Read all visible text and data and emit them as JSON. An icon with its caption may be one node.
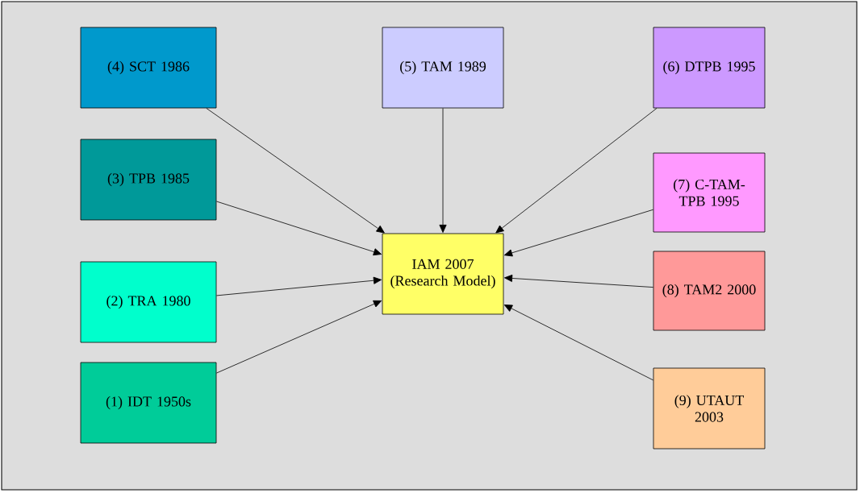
{
  "diagram": {
    "nodes": [
      {
        "text": [
          "(4) SCT 1986"
        ]
      },
      {
        "text": [
          "(5) TAM 1989"
        ]
      },
      {
        "text": [
          "(6) DTPB 1995"
        ]
      },
      {
        "text": [
          "(3) TPB 1985"
        ]
      },
      {
        "text": [
          "(7) C-TAM-TPB 1995"
        ]
      },
      {
        "text": [
          "(2) TRA 1980"
        ]
      },
      {
        "text": [
          "IAM 2007 (Research Model)"
        ]
      },
      {
        "text": [
          "(8) TAM2 2000"
        ]
      },
      {
        "text": [
          "(1) IDT 1950s"
        ]
      },
      {
        "text": [
          "(9) UTAUT 2003"
        ]
      }
    ],
    "edges": [
      {
        "from": 0,
        "to": 6,
        "arrow": "to"
      },
      {
        "from": 1,
        "to": 6,
        "arrow": "to"
      },
      {
        "from": 2,
        "to": 6,
        "arrow": "to"
      },
      {
        "from": 3,
        "to": 6,
        "arrow": "to"
      },
      {
        "from": 4,
        "to": 6,
        "arrow": "to"
      },
      {
        "from": 5,
        "to": 6,
        "arrow": "to"
      },
      {
        "from": 7,
        "to": 6,
        "arrow": "to"
      },
      {
        "from": 8,
        "to": 6,
        "arrow": "to"
      },
      {
        "from": 9,
        "to": 6,
        "arrow": "to"
      }
    ]
  }
}
